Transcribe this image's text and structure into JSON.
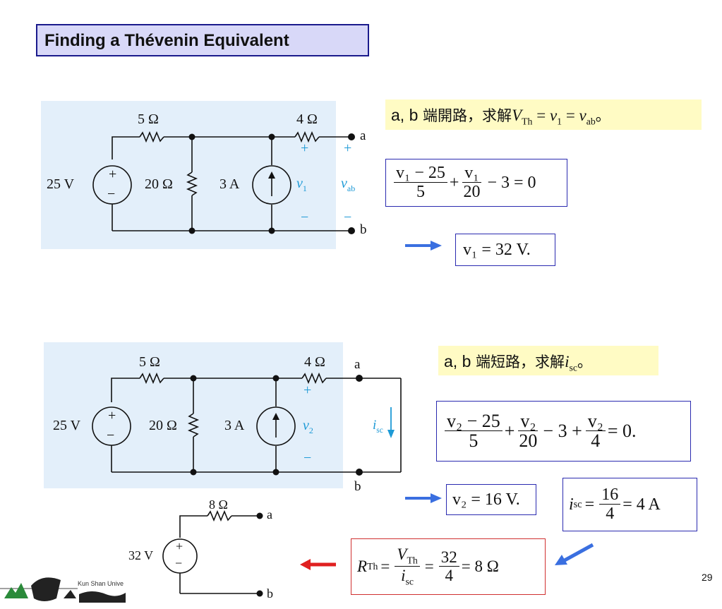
{
  "title": "Finding a Thévenin Equivalent",
  "page_number": "29",
  "logo_text": "Kun Shan Unive",
  "circuit1": {
    "r1": "5 Ω",
    "r2": "20 Ω",
    "r3": "4 Ω",
    "vsrc": "25 V",
    "isrc": "3 A",
    "node_a": "a",
    "node_b": "b",
    "v1": "v",
    "v1_sub": "1",
    "vab": "v",
    "vab_sub": "ab",
    "plus": "+",
    "minus": "−"
  },
  "note1": {
    "ab": "a, b",
    "cjk": " 端開路，求解",
    "V": "V",
    "V_sub": "Th",
    "eq1": " = ",
    "v": "v",
    "v_sub": "1",
    "eq2": " = ",
    "v2": "v",
    "v2_sub": "ab",
    "end": "。"
  },
  "eq1": {
    "num1": "v₁ − 25",
    "den1": "5",
    "plus": "+",
    "num2": "v₁",
    "den2": "20",
    "rest": "− 3 = 0"
  },
  "result1": "v₁ = 32 V.",
  "circuit2": {
    "r1": "5 Ω",
    "r2": "20 Ω",
    "r3": "4 Ω",
    "vsrc": "25 V",
    "isrc": "3 A",
    "node_a": "a",
    "node_b": "b",
    "v2": "v",
    "v2_sub": "2",
    "isc": "i",
    "isc_sub": "sc",
    "plus": "+",
    "minus": "−"
  },
  "note2": {
    "ab": "a, b",
    "cjk": " 端短路，求解",
    "i": "i",
    "i_sub": "sc",
    "end": "。"
  },
  "eq2": {
    "num1": "v₂ − 25",
    "den1": "5",
    "plus1": "+",
    "num2": "v₂",
    "den2": "20",
    "mid": "− 3 +",
    "num3": "v₂",
    "den3": "4",
    "rest": "= 0."
  },
  "result2": "v₂ = 16 V.",
  "isc_eq": {
    "lhs": "i",
    "lhs_sub": "sc",
    "eq": "=",
    "num": "16",
    "den": "4",
    "rest": "= 4 A"
  },
  "rth_eq": {
    "lhs": "R",
    "lhs_sub": "Th",
    "eq1": "=",
    "num1": "V",
    "num1_sub": "Th",
    "den1": "i",
    "den1_sub": "sc",
    "eq2": "=",
    "num2": "32",
    "den2": "4",
    "rest": "= 8 Ω"
  },
  "circuit3": {
    "r": "8 Ω",
    "vsrc": "32 V",
    "node_a": "a",
    "node_b": "b",
    "plus": "+",
    "minus": "−"
  },
  "colors": {
    "panel": "#e3effa",
    "blue_accent": "#1e9ad6",
    "arrow_blue": "#3a6fe0",
    "arrow_red": "#e02020"
  }
}
